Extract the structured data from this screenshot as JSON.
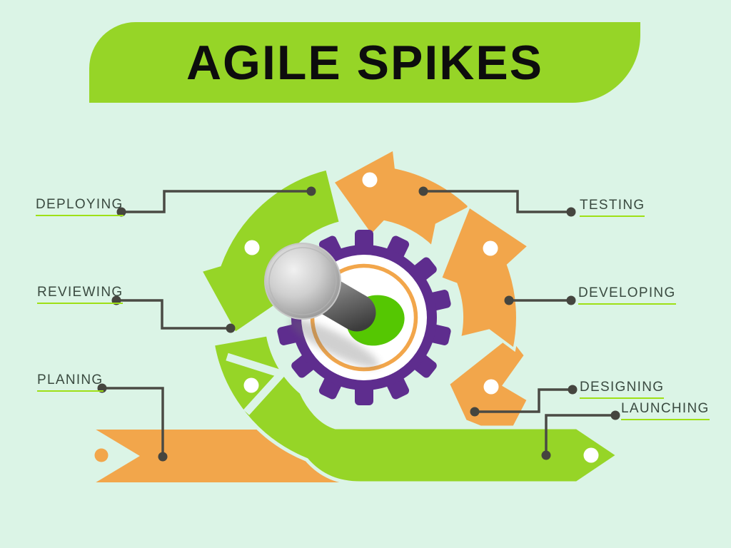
{
  "title": {
    "text": "AGILE SPIKES"
  },
  "cycle": {
    "steps": [
      {
        "label": "DEPLOYING"
      },
      {
        "label": "REVIEWING"
      },
      {
        "label": "PLANING"
      },
      {
        "label": "TESTING"
      },
      {
        "label": "DEVELOPING"
      },
      {
        "label": "DESIGNING"
      },
      {
        "label": "LAUNCHING"
      }
    ],
    "center_icons": [
      "gear-icon",
      "nail-spike-icon"
    ],
    "marker_icons": [
      "white-dot-marker",
      "orange-dot-marker"
    ]
  },
  "colors": {
    "background": "#DBF4E6",
    "green": "#96D527",
    "orange": "#F2A64B",
    "purple": "#5E2D8E",
    "underline_green": "#9EE016",
    "connector_gray": "#4A4A44",
    "title_text": "#0D0D0D",
    "label_text": "#3A4A40",
    "splash_green": "#55C702",
    "nail_gray": "#9A9A9A",
    "white_marker": "#FFFFFF"
  }
}
